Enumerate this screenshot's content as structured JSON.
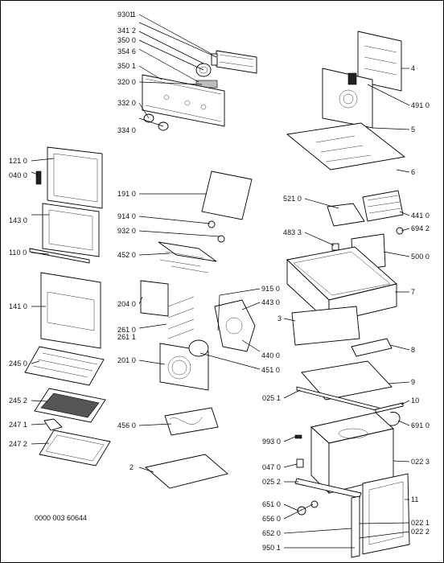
{
  "document_number": "0000 003 60644",
  "callouts": {
    "c9301": "930 1",
    "c1": "1",
    "c3412": "341 2",
    "c3500": "350 0",
    "c3546": "354 6",
    "c3501": "350 1",
    "c3200": "320 0",
    "c3320": "332 0",
    "c3340": "334 0",
    "c1210": "121 0",
    "c0400": "040 0",
    "c1430": "143 0",
    "c1100": "110 0",
    "c1410": "141 0",
    "c2450": "245 0",
    "c2452": "245 2",
    "c2471": "247 1",
    "c2472": "247 2",
    "c1910": "191 0",
    "c9140": "914 0",
    "c9320": "932 0",
    "c4520": "452 0",
    "c2040": "204 0",
    "c2610": "261 0",
    "c2611": "261 1",
    "c2010": "201 0",
    "c4560": "456 0",
    "c2": "2",
    "c9150": "915 0",
    "c4430": "443 0",
    "c4400": "440 0",
    "c4510": "451 0",
    "c4": "4",
    "c4910": "491 0",
    "c5": "5",
    "c6": "6",
    "c5210": "521 0",
    "c4410": "441 0",
    "c6942": "694 2",
    "c4833": "483 3",
    "c5000": "500 0",
    "c7": "7",
    "c3": "3",
    "c8": "8",
    "c9": "9",
    "c0251": "025 1",
    "c10": "10",
    "c6910": "691 0",
    "c9930": "993 0",
    "c0223": "022 3",
    "c0470": "047 0",
    "c0252": "025 2",
    "c11": "11",
    "c6510": "651 0",
    "c6560": "656 0",
    "c6520": "652 0",
    "c9501": "950 1",
    "c0221": "022 1",
    "c0222": "022 2"
  }
}
